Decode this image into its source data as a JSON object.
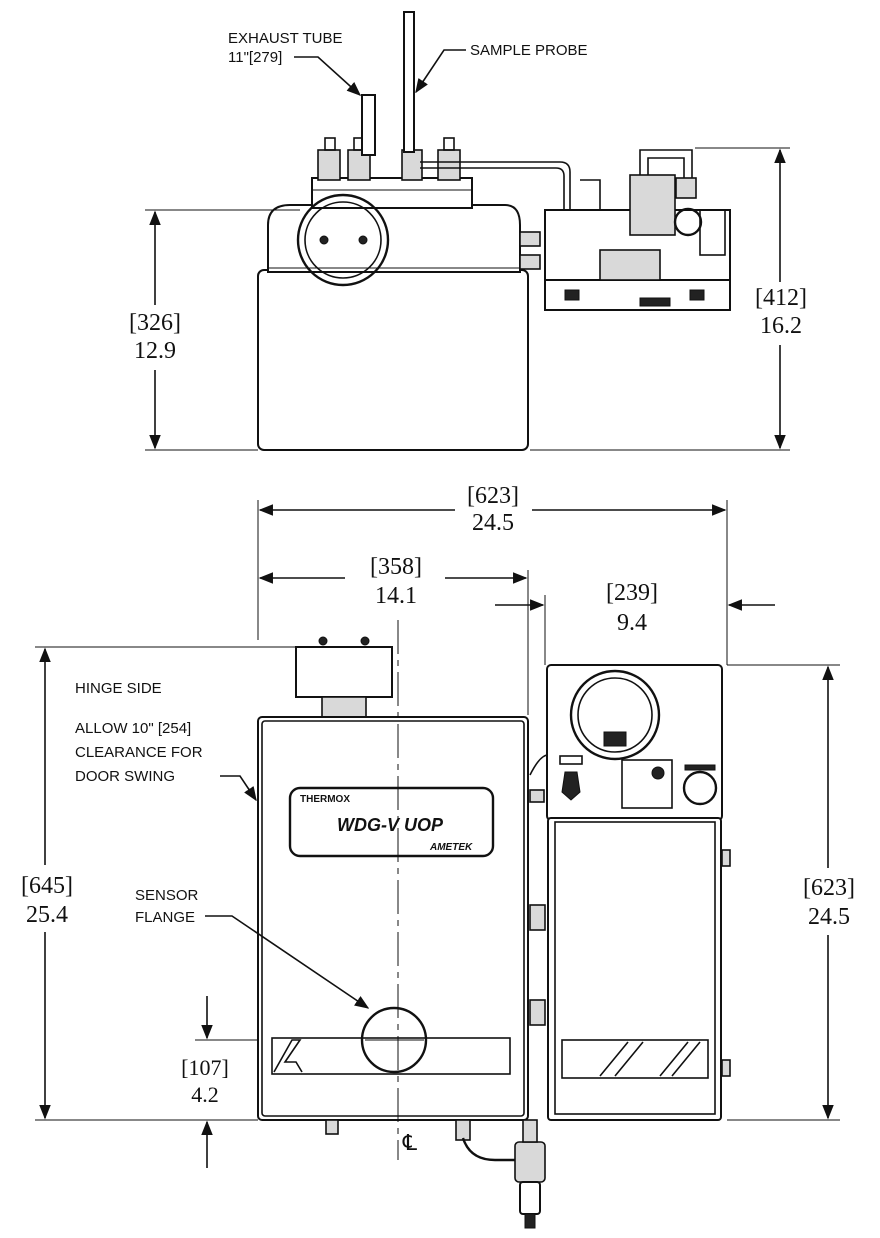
{
  "labels": {
    "exhaust_tube_line1": "EXHAUST TUBE",
    "exhaust_tube_line2": "11\"[279]",
    "sample_probe": "SAMPLE PROBE",
    "hinge_side": "HINGE SIDE",
    "allow_line1": "ALLOW 10\" [254]",
    "allow_line2": "CLEARANCE FOR",
    "allow_line3": "DOOR SWING",
    "sensor_line1": "SENSOR",
    "sensor_line2": "FLANGE",
    "centerline": "℄",
    "product_name": "WDG-V UOP",
    "brand_top": "THERMOX",
    "brand_bottom": "AMETEK"
  },
  "dimensions": {
    "top_height_left_mm": "[326]",
    "top_height_left_in": "12.9",
    "top_height_right_mm": "[412]",
    "top_height_right_in": "16.2",
    "overall_width_mm": "[623]",
    "overall_width_in": "24.5",
    "main_width_mm": "[358]",
    "main_width_in": "14.1",
    "side_width_mm": "[239]",
    "side_width_in": "9.4",
    "main_height_mm": "[645]",
    "main_height_in": "25.4",
    "side_height_mm": "[623]",
    "side_height_in": "24.5",
    "flange_height_mm": "[107]",
    "flange_height_in": "4.2"
  }
}
